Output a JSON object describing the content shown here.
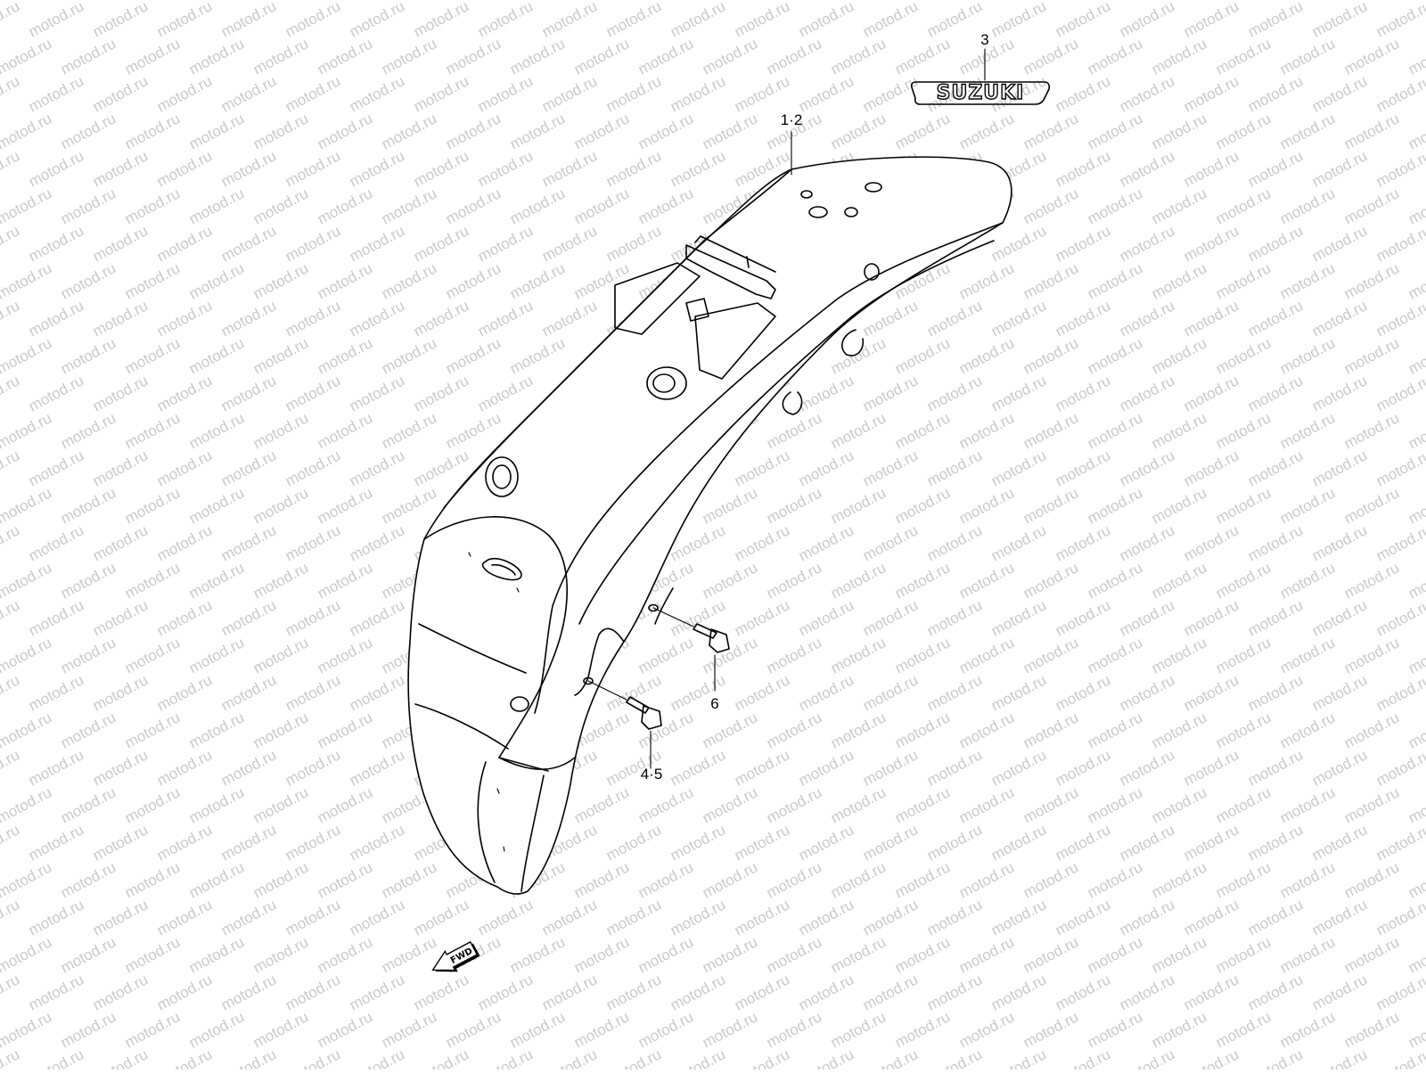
{
  "watermark": {
    "text": "motod.ru"
  },
  "callouts": {
    "fender": "1·2",
    "emblem": "3",
    "screw_a": "6",
    "screw_b": "4·5"
  },
  "emblem": {
    "text": "SUZUKI"
  },
  "direction_arrow": {
    "text": "FWD"
  }
}
